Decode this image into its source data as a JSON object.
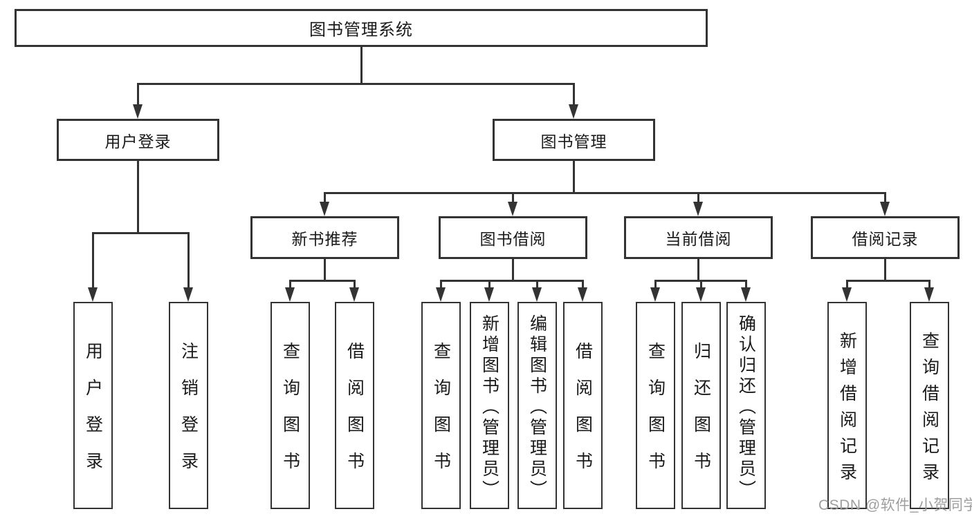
{
  "diagram": {
    "root": {
      "label": "图书管理系统"
    },
    "level2": [
      {
        "label": "用户登录"
      },
      {
        "label": "图书管理"
      }
    ],
    "level3": [
      {
        "label": "新书推荐"
      },
      {
        "label": "图书借阅"
      },
      {
        "label": "当前借阅"
      },
      {
        "label": "借阅记录"
      }
    ],
    "leaves": [
      {
        "label": "用户登录",
        "parent": "用户登录"
      },
      {
        "label": "注销登录",
        "parent": "用户登录"
      },
      {
        "label": "查询图书",
        "parent": "新书推荐"
      },
      {
        "label": "借阅图书",
        "parent": "新书推荐"
      },
      {
        "label": "查询图书",
        "parent": "图书借阅"
      },
      {
        "label": "新增图书（管理员）",
        "parent": "图书借阅"
      },
      {
        "label": "编辑图书（管理员）",
        "parent": "图书借阅"
      },
      {
        "label": "借阅图书",
        "parent": "图书借阅"
      },
      {
        "label": "查询图书",
        "parent": "当前借阅"
      },
      {
        "label": "归还图书",
        "parent": "当前借阅"
      },
      {
        "label": "确认归还（管理员）",
        "parent": "当前借阅"
      },
      {
        "label": "新增借阅记录",
        "parent": "借阅记录"
      },
      {
        "label": "查询借阅记录",
        "parent": "借阅记录"
      }
    ],
    "watermark": "CSDN @软件_小贺同学",
    "colors": {
      "line": "#333333",
      "text": "#1a1a1a",
      "watermark": "#9e9e9e",
      "background": "#ffffff"
    }
  }
}
